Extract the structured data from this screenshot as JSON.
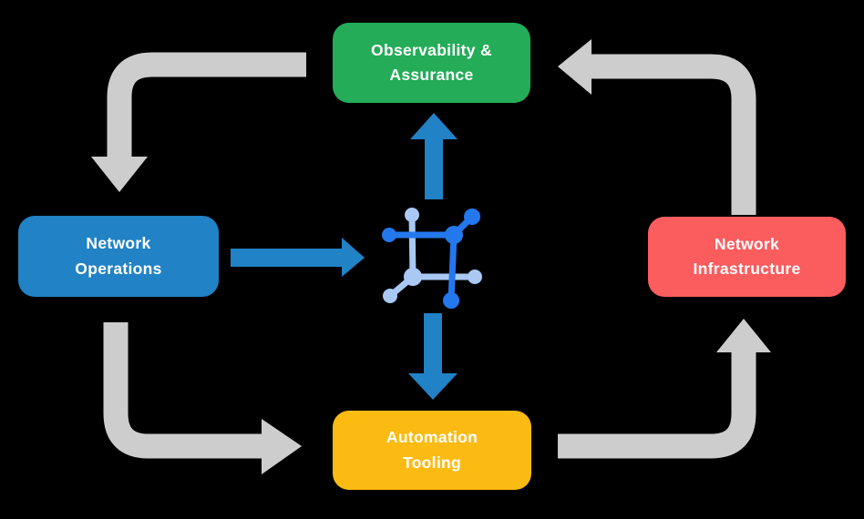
{
  "canvas": {
    "background": "#000000"
  },
  "nodes": {
    "observability": {
      "label": [
        "Observability &",
        "Assurance"
      ],
      "color": "#24AC58",
      "text_color": "#FFFFFF"
    },
    "operations": {
      "label": [
        "Network",
        "Operations"
      ],
      "color": "#2182C5",
      "text_color": "#FFFFFF"
    },
    "infrastructure": {
      "label": [
        "Network",
        "Infrastructure"
      ],
      "color": "#FB5C5E",
      "text_color": "#FFFFFF"
    },
    "tooling": {
      "label": [
        "Automation",
        "Tooling"
      ],
      "color": "#FCBB13",
      "text_color": "#FFFFFF"
    }
  },
  "center_icon": {
    "name": "network-mesh-icon",
    "color_dark": "#2478EE",
    "color_light": "#A9C9F4"
  },
  "arrows": {
    "cycle_color": "#CDCDCD",
    "core_color": "#2182C5",
    "cycle_flows": [
      {
        "from": "observability",
        "to": "operations"
      },
      {
        "from": "operations",
        "to": "tooling"
      },
      {
        "from": "tooling",
        "to": "infrastructure"
      },
      {
        "from": "infrastructure",
        "to": "observability"
      }
    ],
    "core_flows": [
      {
        "from": "operations",
        "to": "core"
      },
      {
        "from": "core",
        "to": "observability"
      },
      {
        "from": "core",
        "to": "tooling"
      }
    ]
  }
}
